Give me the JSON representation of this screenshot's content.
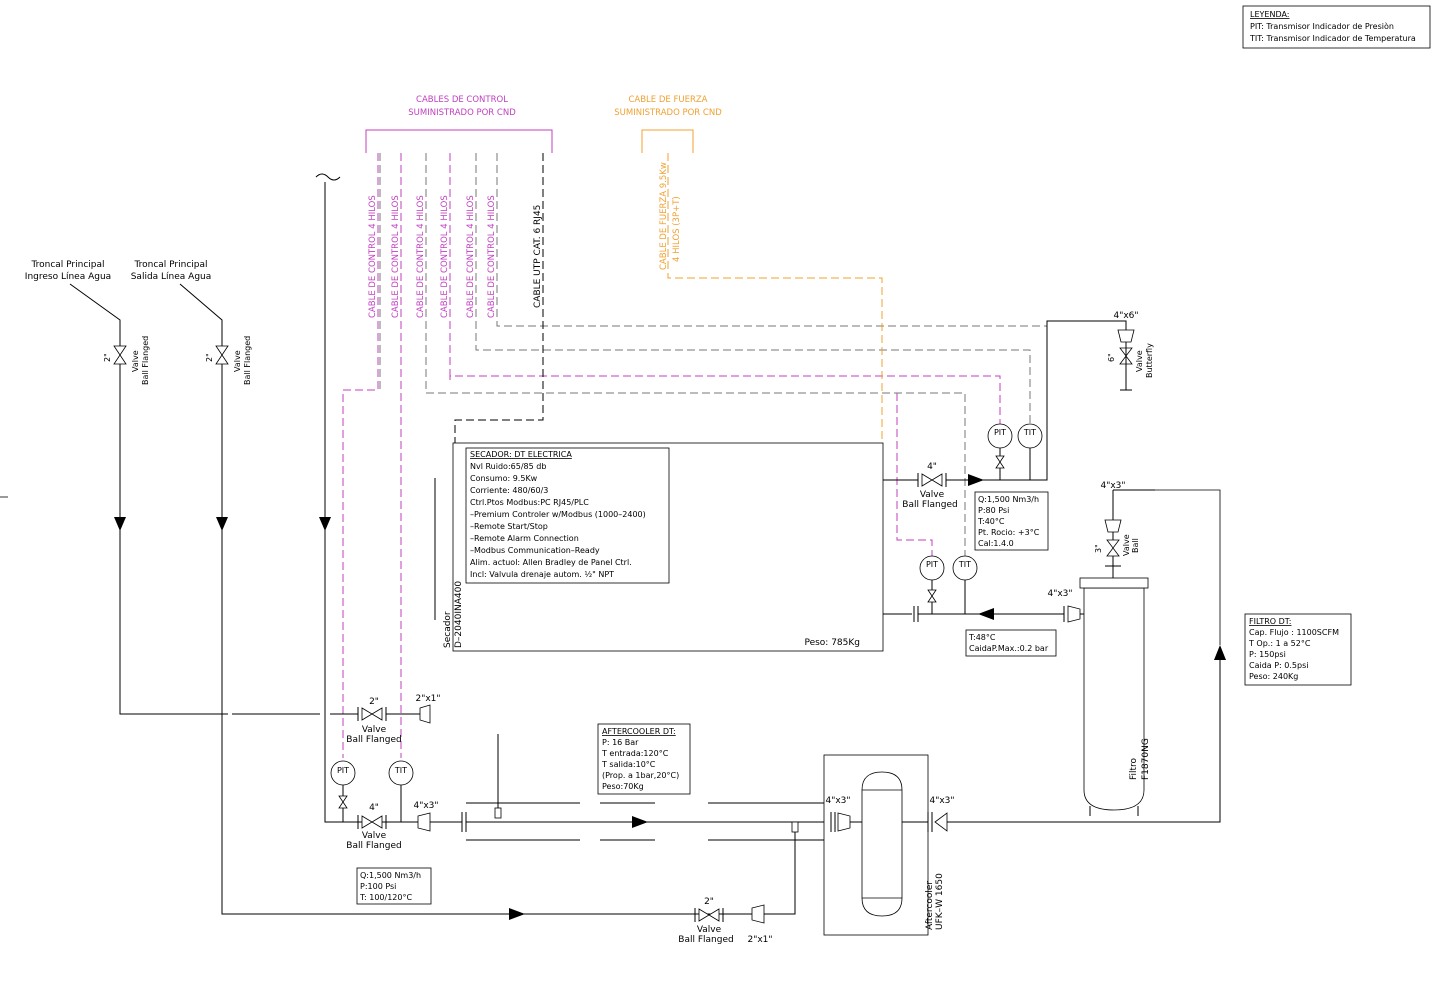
{
  "legend": {
    "title": "LEYENDA:",
    "line1": "PIT: Transmisor Indicador de Presiòn",
    "line2": "TIT: Transmisor Indicador de Temperatura"
  },
  "cables": {
    "control_header_1": "CABLES DE CONTROL",
    "control_header_2": "SUMINISTRADO POR CND",
    "power_header_1": "CABLE DE FUERZA",
    "power_header_2": "SUMINISTRADO POR CND",
    "control_cable": "CABLE DE CONTROL 4 HILOS",
    "utp_cable": "CABLE UTP CAT. 6 RJ45",
    "power_cable_1": "CABLE DE FUERZA 9.5Kw",
    "power_cable_2": "4 HILOS (3P+T)"
  },
  "trunks": {
    "inlet_1": "Troncal Principal",
    "inlet_2": "Ingreso Línea Agua",
    "outlet_1": "Troncal Principal",
    "outlet_2": "Salida Línea Agua"
  },
  "valves": {
    "size_2": "2\"",
    "size_4": "4\"",
    "size_6": "6\"",
    "size_3": "3\"",
    "valve": "Valve",
    "ball_flanged": "Ball Flanged",
    "butterfly": "Butterfly",
    "ball": "Ball"
  },
  "reducers": {
    "r_2x1": "2\"x1\"",
    "r_4x3": "4\"x3\"",
    "r_4x6": "4\"x6\""
  },
  "instruments": {
    "pit": "PIT",
    "tit": "TIT",
    "dash": "–"
  },
  "dryer": {
    "title": "SECADOR: DT ELECTRICA",
    "lines": [
      "Nvl Ruido:65/85 db",
      "Consumo: 9.5Kw",
      "Corriente: 480/60/3",
      "Ctrl.Ptos Modbus:PC RJ45/PLC",
      "–Premium Controler w/Modbus (1000–2400)",
      "–Remote Start/Stop",
      "–Remote Alarm Connection",
      "–Modbus Communication–Ready",
      "Alim. actuol: Allen Bradley de Panel Ctrl.",
      "Incl: Valvula drenaje autom. ½\" NPT"
    ],
    "label_1": "Secador",
    "label_2": "D–2040INA400",
    "weight": "Peso: 785Kg"
  },
  "dryer_outlet": {
    "lines": [
      "Q:1,500 Nm3/h",
      "P:80 Psi",
      "T:40°C",
      "Pt. Rocio: +3°C",
      "Cal:1.4.0"
    ]
  },
  "dryer_inlet": {
    "lines": [
      "T:48°C",
      "CaidaP.Max.:0.2 bar"
    ]
  },
  "filter": {
    "title": "FILTRO DT:",
    "lines": [
      "Cap. Flujo : 1100SCFM",
      "T Op.: 1 a 52°C",
      "P: 150psi",
      "Caida P: 0.5psi",
      "Peso: 240Kg"
    ],
    "label_1": "Filtro",
    "label_2": "F1870NG"
  },
  "aftercooler": {
    "title": "AFTERCOOLER DT:",
    "lines": [
      "P: 16 Bar",
      "T entrada:120°C",
      "T salida:10°C",
      "(Prop. a 1bar,20°C)",
      "Peso:70Kg"
    ],
    "label_1": "Aftercooler",
    "label_2": "UFK–W 1650"
  },
  "compressor_outlet": {
    "lines": [
      "Q:1,500 Nm3/h",
      "P:100 Psi",
      "T: 100/120°C"
    ]
  }
}
